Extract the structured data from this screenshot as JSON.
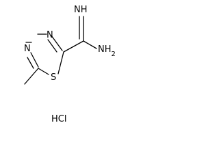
{
  "molecule": {
    "atoms": {
      "imine_nh": "NH",
      "amine_nh2": "NH",
      "amine_sub": "2",
      "ring_n1": "N",
      "ring_n2": "N",
      "ring_s": "S"
    },
    "salt": "HCl"
  },
  "colors": {
    "ink": "#000000",
    "background": "#ffffff"
  }
}
